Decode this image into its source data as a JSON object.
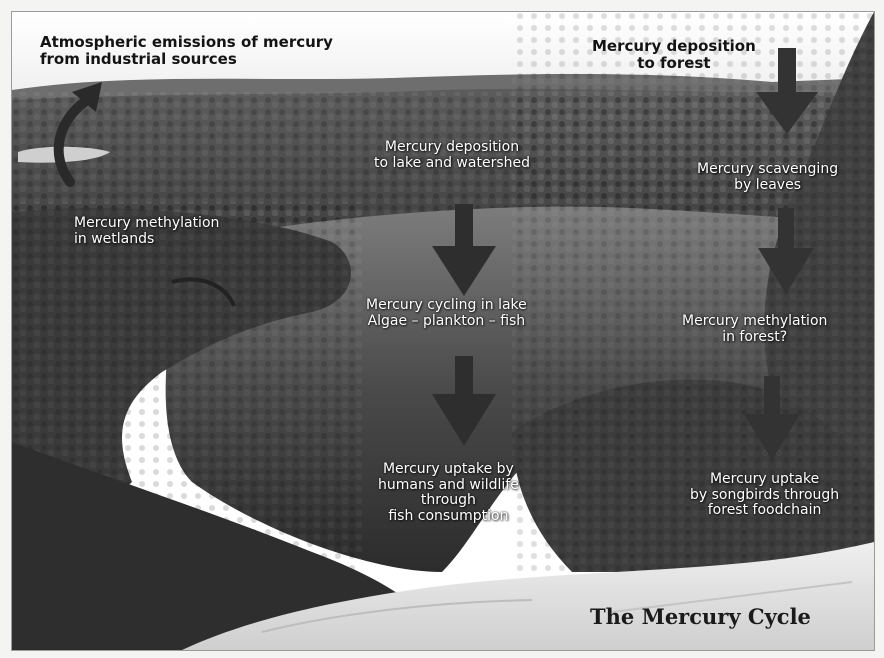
{
  "title": "The Mercury Cycle",
  "labels": {
    "atmospheric": [
      "Atmospheric emissions of mercury",
      "from industrial sources"
    ],
    "deposition_forest": [
      "Mercury deposition",
      "to forest"
    ],
    "deposition_lake": [
      "Mercury deposition",
      "to lake and watershed"
    ],
    "scavenging": [
      "Mercury scavenging",
      "by leaves"
    ],
    "methylation_wetlands": [
      "Mercury methylation",
      "in wetlands"
    ],
    "cycling_lake": [
      "Mercury cycling in lake",
      "Algae – plankton – fish"
    ],
    "methylation_forest": [
      "Mercury methylation",
      "in forest?"
    ],
    "uptake_humans": [
      "Mercury uptake by",
      "humans and wildlife",
      "through",
      "fish consumption"
    ],
    "uptake_songbirds": [
      "Mercury uptake",
      "by songbirds through",
      "forest foodchain"
    ]
  }
}
